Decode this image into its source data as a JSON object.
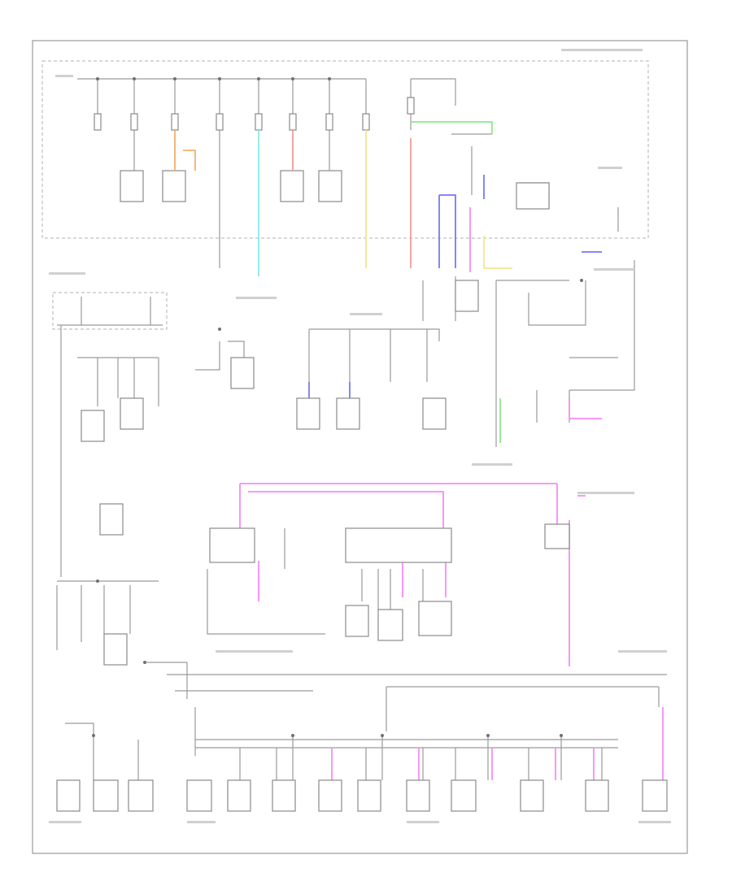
{
  "diagram": {
    "title": "",
    "wire_colors": {
      "pink": "#f58cf5",
      "blue": "#7878f5",
      "cyan": "#8ce8e8",
      "green": "#8ee88e",
      "yellow": "#f0e890",
      "orange": "#f5b06e",
      "red": "#f59c9c",
      "gray": "#9a9a9a"
    },
    "components": [
      {
        "id": "c1",
        "label": ""
      },
      {
        "id": "c2",
        "label": ""
      },
      {
        "id": "c3",
        "label": ""
      },
      {
        "id": "c4",
        "label": ""
      },
      {
        "id": "c5",
        "label": ""
      },
      {
        "id": "c6",
        "label": ""
      },
      {
        "id": "c7",
        "label": ""
      },
      {
        "id": "c8",
        "label": ""
      },
      {
        "id": "c9",
        "label": ""
      },
      {
        "id": "c10",
        "label": ""
      },
      {
        "id": "c11",
        "label": ""
      },
      {
        "id": "c12",
        "label": ""
      },
      {
        "id": "c13",
        "label": ""
      },
      {
        "id": "c14",
        "label": ""
      },
      {
        "id": "c15",
        "label": ""
      },
      {
        "id": "c16",
        "label": ""
      },
      {
        "id": "c17",
        "label": ""
      },
      {
        "id": "c18",
        "label": ""
      },
      {
        "id": "c19",
        "label": ""
      },
      {
        "id": "c20",
        "label": ""
      },
      {
        "id": "c21",
        "label": ""
      },
      {
        "id": "c22",
        "label": ""
      },
      {
        "id": "c23",
        "label": ""
      },
      {
        "id": "c24",
        "label": ""
      },
      {
        "id": "c25",
        "label": ""
      },
      {
        "id": "c26",
        "label": ""
      },
      {
        "id": "c27",
        "label": ""
      },
      {
        "id": "c28",
        "label": ""
      },
      {
        "id": "c29",
        "label": ""
      },
      {
        "id": "c30",
        "label": ""
      },
      {
        "id": "c31",
        "label": ""
      },
      {
        "id": "c32",
        "label": ""
      }
    ]
  }
}
